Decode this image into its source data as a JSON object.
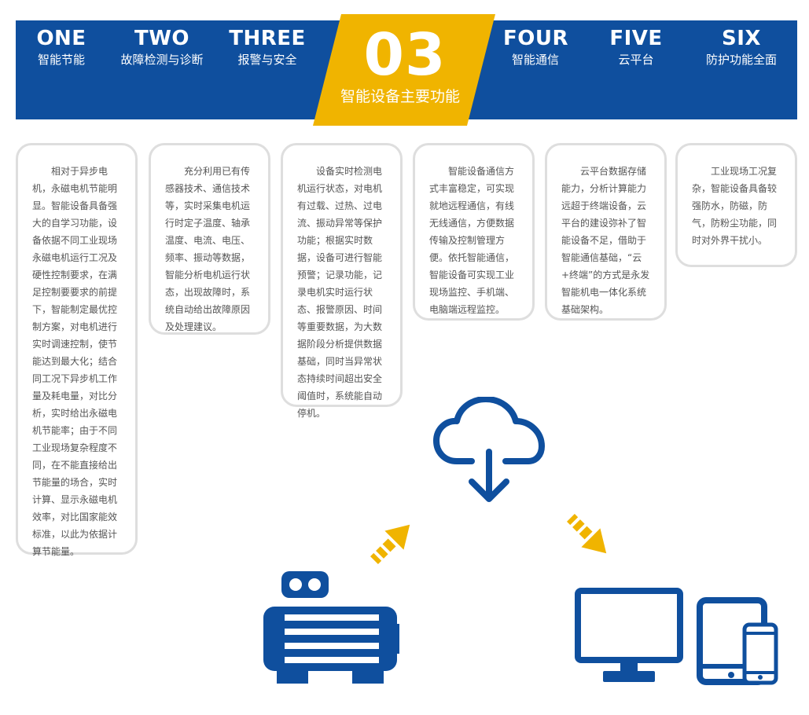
{
  "tabs": [
    {
      "en": "ONE",
      "cn": "智能节能"
    },
    {
      "en": "TWO",
      "cn": "故障检测与诊断"
    },
    {
      "en": "THREE",
      "cn": "报警与安全"
    },
    {
      "en": "FOUR",
      "cn": "智能通信"
    },
    {
      "en": "FIVE",
      "cn": "云平台"
    },
    {
      "en": "SIX",
      "cn": "防护功能全面"
    }
  ],
  "active": {
    "number": "03",
    "title": "智能设备主要功能"
  },
  "cards": [
    "相对于异步电机，永磁电机节能明显。智能设备具备强大的自学习功能，设备依据不同工业现场永磁电机运行工况及硬性控制要求，在满足控制要要求的前提下，智能制定最优控制方案，对电机进行实时调速控制，使节能达到最大化；结合同工况下异步机工作量及耗电量，对比分析，实时给出永磁电机节能率；由于不同工业现场复杂程度不同，在不能直接给出节能量的场合，实时计算、显示永磁电机效率，对比国家能效标准，以此为依据计算节能量。",
    "充分利用已有传感器技术、通信技术等，实时采集电机运行时定子温度、轴承温度、电流、电压、频率、振动等数据，智能分析电机运行状态，出现故障时，系统自动给出故障原因及处理建议。",
    "设备实时检测电机运行状态，对电机有过载、过热、过电流、振动异常等保护功能；根据实时数据，设备可进行智能预警；记录功能，记录电机实时运行状态、报警原因、时间等重要数据，为大数据阶段分析提供数据基础，同时当异常状态持续时间超出安全阈值时，系统能自动停机。",
    "智能设备通信方式丰富稳定，可实现就地远程通信，有线无线通信，方便数据传输及控制管理方便。依托智能通信，智能设备可实现工业现场监控、手机端、电脑端远程监控。",
    "云平台数据存储能力，分析计算能力远超于终端设备，云平台的建设弥补了智能设备不足，借助于智能通信基础，“云+终端”的方式是永发智能机电一体化系统基础架构。",
    "工业现场工况复杂，智能设备具备较强防水，防磁，防气，防粉尘功能，同时对外界干扰小。"
  ],
  "colors": {
    "blue": "#0f4f9e",
    "yellow": "#f0b400",
    "card_border": "#dedede",
    "text": "#555555"
  },
  "icons": [
    "cloud-download-icon",
    "motor-icon",
    "monitor-icon",
    "tablet-icon",
    "phone-icon",
    "arrow-up-icon",
    "arrow-down-icon"
  ]
}
